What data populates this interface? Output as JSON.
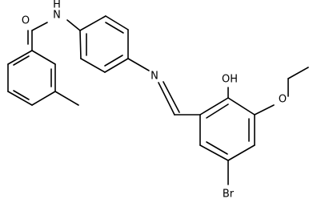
{
  "figure": {
    "kind": "chemical-structure",
    "background": "#ffffff",
    "ink": "#000000"
  },
  "atom_labels": {
    "carbonyl_oxygen": "O",
    "amide_nitrogen": "N",
    "amide_hydrogen": "H",
    "imine_nitrogen": "N",
    "hydroxyl": "OH",
    "ether_oxygen": "O",
    "bromine": "Br"
  }
}
